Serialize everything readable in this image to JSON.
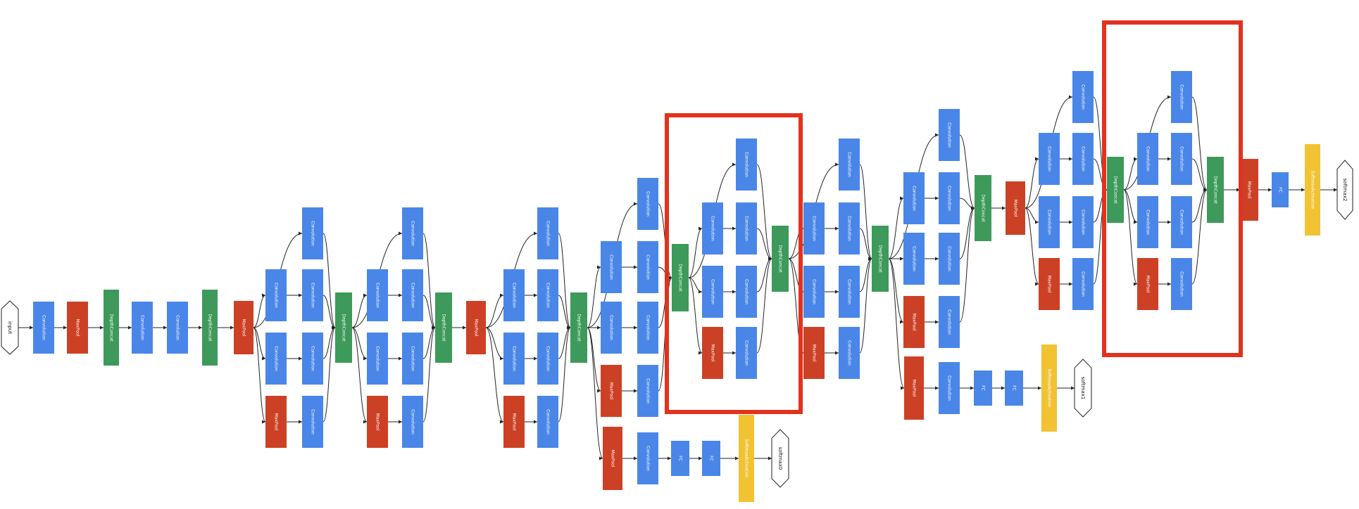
{
  "colors": {
    "conv": "#4a86e8",
    "pool": "#cc4125",
    "concat": "#3d9a5a",
    "softmax": "#f1c232",
    "edge": "#222222",
    "highlight": "#e2321e"
  },
  "node_kinds": {
    "conv": {
      "label": "Convolution",
      "color": "#4a86e8"
    },
    "pool": {
      "label": "MaxPool",
      "color": "#cc4125"
    },
    "concat": {
      "label": "DepthConcat",
      "color": "#3d9a5a"
    },
    "softmax": {
      "label": "SoftmaxActivation",
      "color": "#f1c232"
    },
    "fc": {
      "label": "FC",
      "color": "#4a86e8"
    }
  },
  "terminals": {
    "input": "input",
    "output_main": "softmax2",
    "output_aux1": "softmax0",
    "output_aux2": "softmax1"
  },
  "highlights": {
    "count": 2
  }
}
